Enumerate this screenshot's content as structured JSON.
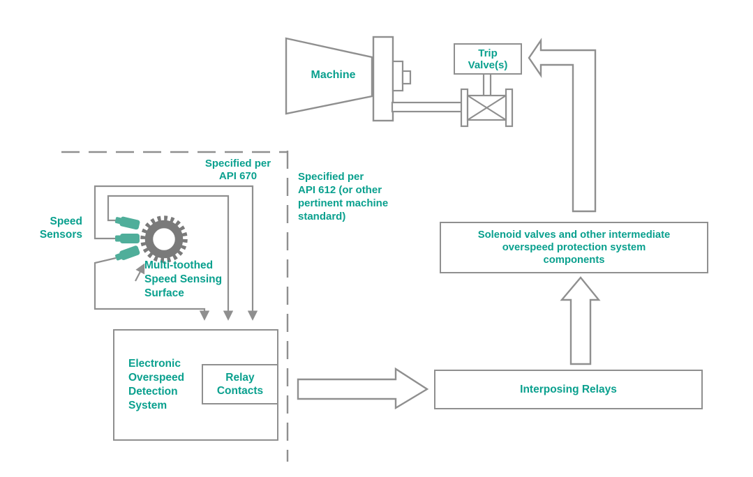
{
  "title": "Overspeed protection system diagram",
  "colors": {
    "label_teal": "#0aa08e",
    "sensor_fill": "#4fae9a",
    "gear_gray": "#7a7a7a",
    "line_gray": "#8f8f8f",
    "background": "#ffffff"
  },
  "labels": {
    "machine": "Machine",
    "trip_valves": "Trip\nValve(s)",
    "speed_sensors": "Speed\nSensors",
    "multi_toothed_surface": "Multi-toothed\nSpeed Sensing\nSurface",
    "spec_api_670": "Specified per\nAPI 670",
    "spec_api_612": "Specified per\nAPI 612 (or other\npertinent machine\nstandard)",
    "eods": "Electronic\nOverspeed\nDetection\nSystem",
    "relay_contacts": "Relay\nContacts",
    "interposing_relays": "Interposing Relays",
    "solenoid_components": "Solenoid valves and other intermediate\noverspeed protection system\ncomponents"
  },
  "icons": {
    "machine_shape": "turbine-trapezoid",
    "coupling_shape": "shaft-coupling-blocks",
    "valve_symbol": "bowtie-x-valve-with-flanges",
    "gear": "multi-toothed-wheel",
    "speed_sensor": "proximity-probe",
    "boundary": "dashed-scope-boundary",
    "flow_arrows": "hollow-block-arrows"
  }
}
